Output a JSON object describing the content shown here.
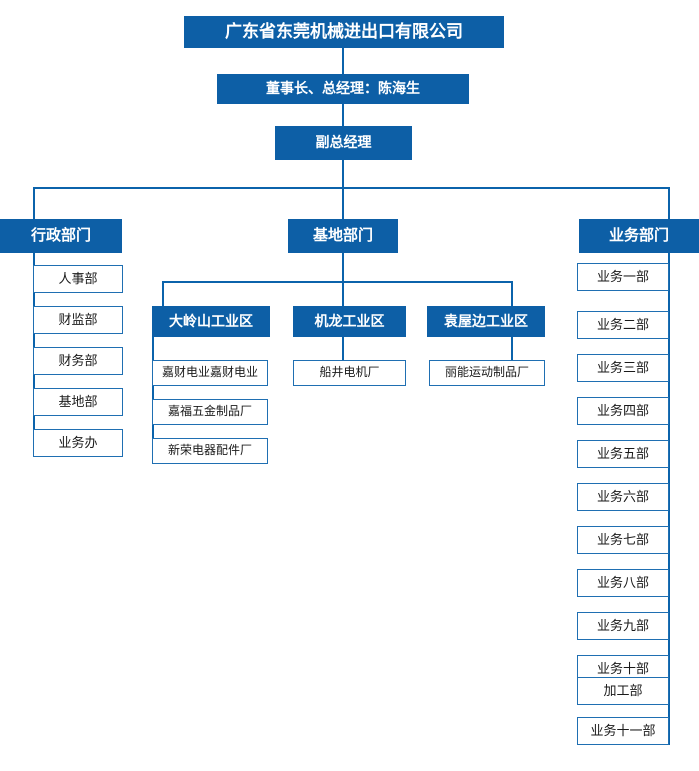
{
  "colors": {
    "fill": "#0d5fa6",
    "line": "#0b63ab",
    "border": "#1f6fb2",
    "text_on_fill": "#ffffff",
    "text_on_white": "#1a1a1a",
    "background": "#ffffff"
  },
  "root": {
    "label": "广东省东莞机械进出口有限公司"
  },
  "executive": {
    "label": "董事长、总经理：陈海生"
  },
  "vice": {
    "label": "副总经理"
  },
  "departments": {
    "admin": {
      "label": "行政部门",
      "items": [
        {
          "label": "人事部"
        },
        {
          "label": "财监部"
        },
        {
          "label": "财务部"
        },
        {
          "label": "基地部"
        },
        {
          "label": "业务办"
        }
      ]
    },
    "base": {
      "label": "基地部门",
      "zones": [
        {
          "label": "大岭山工业区",
          "factories": [
            {
              "label": "嘉财电业嘉财电业"
            },
            {
              "label": "嘉福五金制品厂"
            },
            {
              "label": "新荣电器配件厂"
            }
          ]
        },
        {
          "label": "机龙工业区",
          "factories": [
            {
              "label": "船井电机厂"
            }
          ]
        },
        {
          "label": "袁屋边工业区",
          "factories": [
            {
              "label": "丽能运动制品厂"
            }
          ]
        }
      ]
    },
    "business": {
      "label": "业务部门",
      "items": [
        {
          "label": "业务一部"
        },
        {
          "label": "业务二部"
        },
        {
          "label": "业务三部"
        },
        {
          "label": "业务四部"
        },
        {
          "label": "业务五部"
        },
        {
          "label": "业务六部"
        },
        {
          "label": "业务七部"
        },
        {
          "label": "业务八部"
        },
        {
          "label": "业务九部"
        },
        {
          "label": "业务十部"
        },
        {
          "label": "加工部"
        },
        {
          "label": "业务十一部"
        }
      ]
    }
  }
}
